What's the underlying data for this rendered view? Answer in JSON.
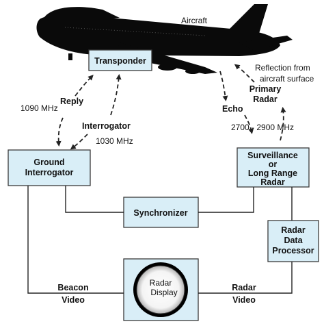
{
  "labels": {
    "aircraft": "Aircraft",
    "transponder": "Transponder",
    "reflection": [
      "Reflection from",
      "aircraft surface"
    ],
    "primary_radar": [
      "Primary",
      "Radar"
    ],
    "reply": "Reply",
    "reply_freq": "1090 MHz",
    "interrogator": "Interrogator",
    "interrogator_freq": "1030 MHz",
    "echo": "Echo",
    "echo_freq": "2700 - 2900 MHz",
    "ground_interrogator": [
      "Ground",
      "Interrogator"
    ],
    "surveillance": [
      "Surveillance",
      "or",
      "Long Range",
      "Radar"
    ],
    "synchronizer": "Synchronizer",
    "radar_data_processor": [
      "Radar",
      "Data",
      "Processor"
    ],
    "beacon_video": [
      "Beacon",
      "Video"
    ],
    "radar_video": [
      "Radar",
      "Video"
    ],
    "radar_display": [
      "Radar",
      "Display"
    ]
  },
  "colors": {
    "box_fill": "#d9eef7",
    "aircraft": "#0a0a0a",
    "line": "#222222"
  }
}
